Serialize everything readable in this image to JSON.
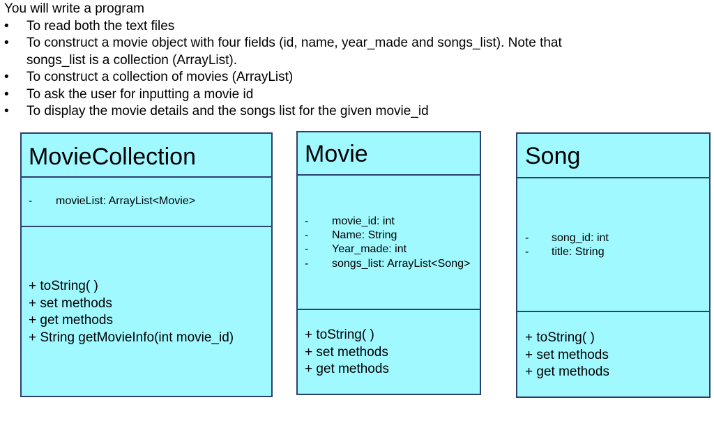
{
  "intro": {
    "heading": "You will write a program",
    "bullets": [
      "To read both the text files",
      "To construct a movie object with four fields (id, name, year_made and songs_list). Note that",
      "To construct a collection of movies  (ArrayList)",
      "To ask the user for inputting a movie id",
      "To display the movie details and the songs list for the given movie_id"
    ],
    "bullet_continuation": "songs_list is a collection (ArrayList)."
  },
  "classes": {
    "movie_collection": {
      "name": "MovieCollection",
      "attributes": [
        {
          "marker": "-",
          "text": "movieList: ArrayList<Movie>"
        }
      ],
      "methods": [
        "+ toString( )",
        "+ set methods",
        "+ get methods",
        "+ String getMovieInfo(int movie_id)"
      ]
    },
    "movie": {
      "name": "Movie",
      "attributes": [
        {
          "marker": "-",
          "text": "movie_id:  int"
        },
        {
          "marker": "-",
          "text": "Name: String"
        },
        {
          "marker": "-",
          "text": "Year_made: int"
        },
        {
          "marker": "-",
          "text": "songs_list: ArrayList<Song>"
        }
      ],
      "methods": [
        "+ toString( )",
        "+ set methods",
        "+ get methods"
      ]
    },
    "song": {
      "name": "Song",
      "attributes": [
        {
          "marker": "-",
          "text": "song_id:  int"
        },
        {
          "marker": "-",
          "text": "title: String"
        }
      ],
      "methods": [
        "+ toString( )",
        "+ set methods",
        "+ get methods"
      ]
    }
  },
  "colors": {
    "box_fill": "#a0f9ff",
    "box_border": "#2c3f6e"
  }
}
